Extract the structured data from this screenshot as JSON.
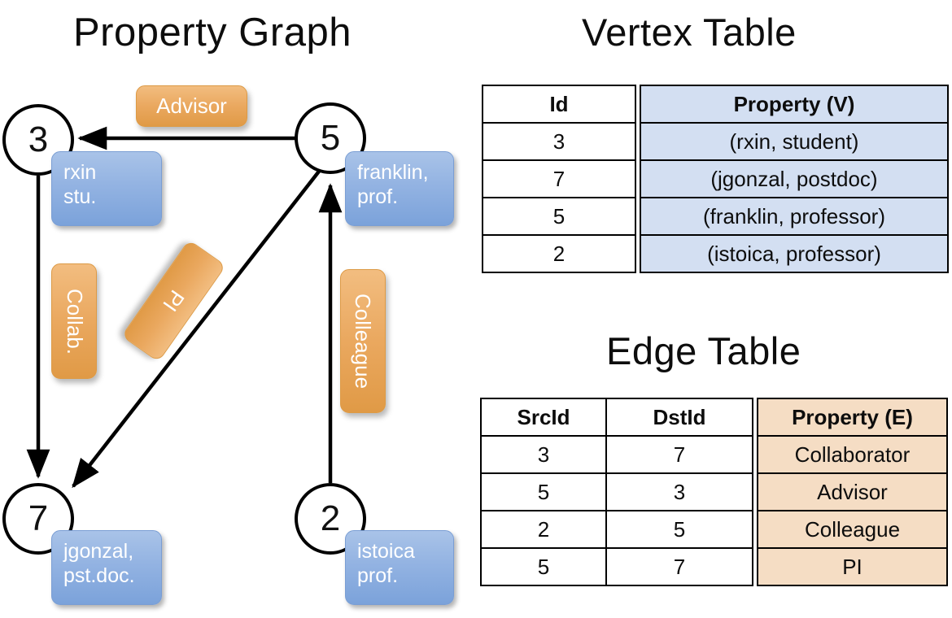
{
  "titles": {
    "property_graph": "Property Graph",
    "vertex_table": "Vertex Table",
    "edge_table": "Edge Table"
  },
  "graph": {
    "nodes": [
      {
        "id": "3",
        "property_label": "rxin\nstu.",
        "line1": "rxin",
        "line2": "stu."
      },
      {
        "id": "5",
        "property_label": "franklin,\nprof.",
        "line1": "franklin,",
        "line2": "prof."
      },
      {
        "id": "7",
        "property_label": "jgonzal,\npst.doc.",
        "line1": "jgonzal,",
        "line2": "pst.doc."
      },
      {
        "id": "2",
        "property_label": "istoica\nprof.",
        "line1": "istoica",
        "line2": "prof."
      }
    ],
    "edge_labels": [
      {
        "name": "advisor",
        "text": "Advisor"
      },
      {
        "name": "collab",
        "text": "Collab."
      },
      {
        "name": "pi",
        "text": "PI"
      },
      {
        "name": "colleague",
        "text": "Colleague"
      }
    ],
    "edges": [
      {
        "src": "5",
        "dst": "3",
        "label": "Advisor"
      },
      {
        "src": "3",
        "dst": "7",
        "label": "Collab."
      },
      {
        "src": "5",
        "dst": "7",
        "label": "PI"
      },
      {
        "src": "2",
        "dst": "5",
        "label": "Colleague"
      }
    ]
  },
  "vertex_table": {
    "headers": {
      "id": "Id",
      "property": "Property (V)"
    },
    "rows": [
      {
        "id": "3",
        "property": "(rxin, student)"
      },
      {
        "id": "7",
        "property": "(jgonzal, postdoc)"
      },
      {
        "id": "5",
        "property": "(franklin, professor)"
      },
      {
        "id": "2",
        "property": "(istoica, professor)"
      }
    ]
  },
  "edge_table": {
    "headers": {
      "src": "SrcId",
      "dst": "DstId",
      "property": "Property (E)"
    },
    "rows": [
      {
        "src": "3",
        "dst": "7",
        "property": "Collaborator"
      },
      {
        "src": "5",
        "dst": "3",
        "property": "Advisor"
      },
      {
        "src": "2",
        "dst": "5",
        "property": "Colleague"
      },
      {
        "src": "5",
        "dst": "7",
        "property": "PI"
      }
    ]
  },
  "colors": {
    "vertex_property_fill": "#d3dff2",
    "edge_property_fill": "#f5ddc4",
    "node_box_blue": "#7ba2da",
    "edge_label_orange": "#eaa85f",
    "text": "#0d0d0d"
  }
}
